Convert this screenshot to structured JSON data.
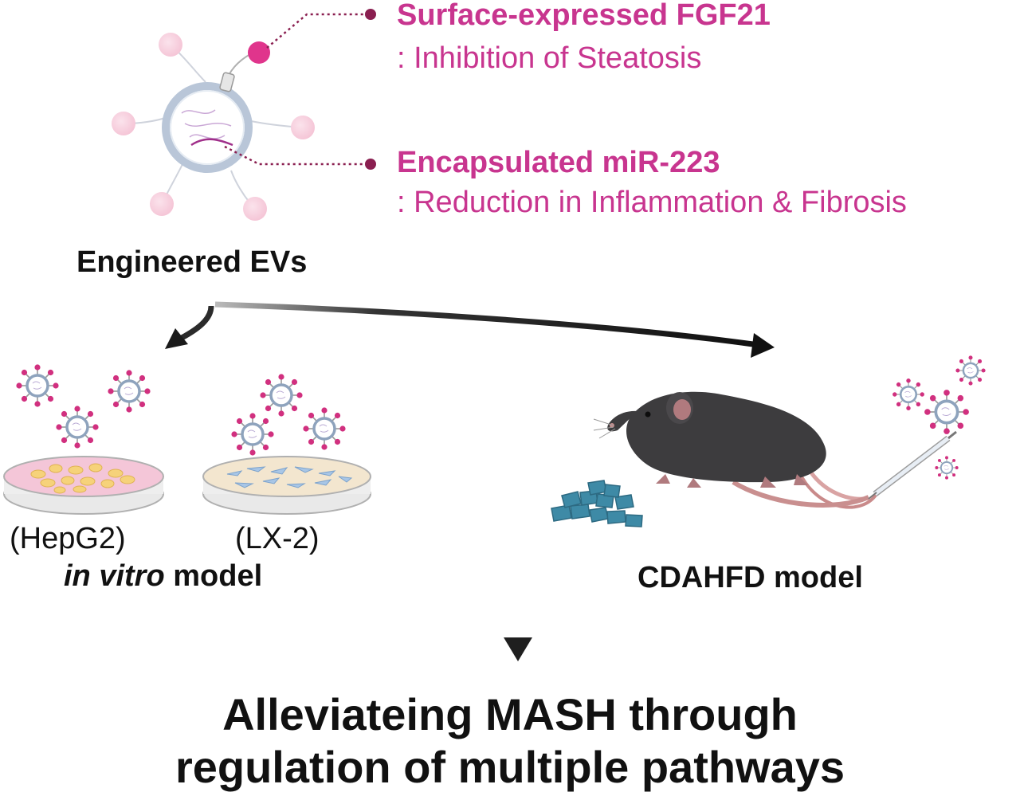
{
  "ev_features": {
    "surface_title": "Surface-expressed FGF21",
    "surface_effect": ": Inhibition of Steatosis",
    "cargo_title": "Encapsulated miR-223",
    "cargo_effect": ": Reduction in Inflammation & Fibrosis"
  },
  "ev_label": "Engineered EVs",
  "invitro": {
    "cell_line_1": "(HepG2)",
    "cell_line_2": "(LX-2)",
    "model_italic": "in vitro",
    "model_rest": " model"
  },
  "invivo": {
    "model_label": "CDAHFD model"
  },
  "outcome": {
    "line1": "Alleviateing MASH through",
    "line2": "regulation of multiple pathways"
  },
  "colors": {
    "accent_pink": "#c8358f",
    "mouse_body": "#3d3c3e",
    "dish_hepg2": "#f4c6d8",
    "dish_lx2": "#f3e6cf",
    "diet_pellets": "#3e8aa6"
  }
}
